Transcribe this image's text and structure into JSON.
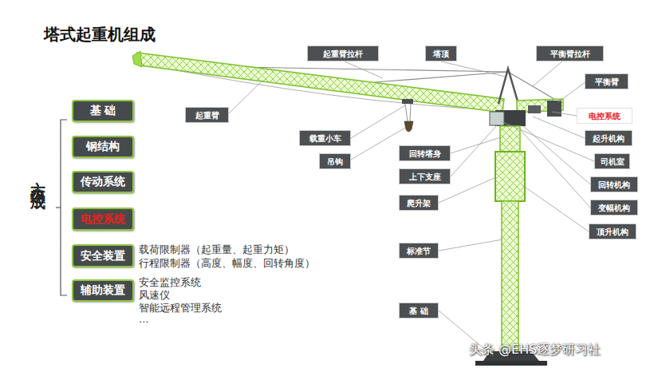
{
  "diagram": {
    "title": "塔式起重机组成",
    "nodes": [
      {
        "text": [
          "基 础"
        ]
      },
      {
        "text": [
          "钢结构"
        ]
      },
      {
        "text": [
          "传动系统"
        ]
      },
      {
        "text": [
          "电控系统"
        ]
      },
      {
        "text": [
          "安全装置"
        ]
      },
      {
        "text": [
          "辅助装置"
        ]
      },
      {
        "text": [
          "起重臂拉杆"
        ]
      },
      {
        "text": [
          "塔顶"
        ]
      },
      {
        "text": [
          "平衡臂拉杆"
        ]
      },
      {
        "text": [
          "平衡臂"
        ]
      },
      {
        "text": [
          "起重臂"
        ]
      },
      {
        "text": [
          "电控系统"
        ]
      },
      {
        "text": [
          "载重小车"
        ]
      },
      {
        "text": [
          "起升机构"
        ]
      },
      {
        "text": [
          "回转塔身"
        ]
      },
      {
        "text": [
          "吊钩"
        ]
      },
      {
        "text": [
          "司机室"
        ]
      },
      {
        "text": [
          "上下支座"
        ]
      },
      {
        "text": [
          "回转机构"
        ]
      },
      {
        "text": [
          "爬升架"
        ]
      },
      {
        "text": [
          "变幅机构"
        ]
      },
      {
        "text": [
          "顶升机构"
        ]
      },
      {
        "text": [
          "标准节"
        ]
      },
      {
        "text": [
          "基 础"
        ]
      }
    ],
    "labels": [
      "六大组成",
      "载荷限制器（起重量、起重力矩）",
      "行程限制器（高度、幅度、回转角度）",
      "安全监控系统",
      "风速仪",
      "智能远程管理系统",
      "…",
      "头条 @EHS逐梦研习社"
    ]
  }
}
